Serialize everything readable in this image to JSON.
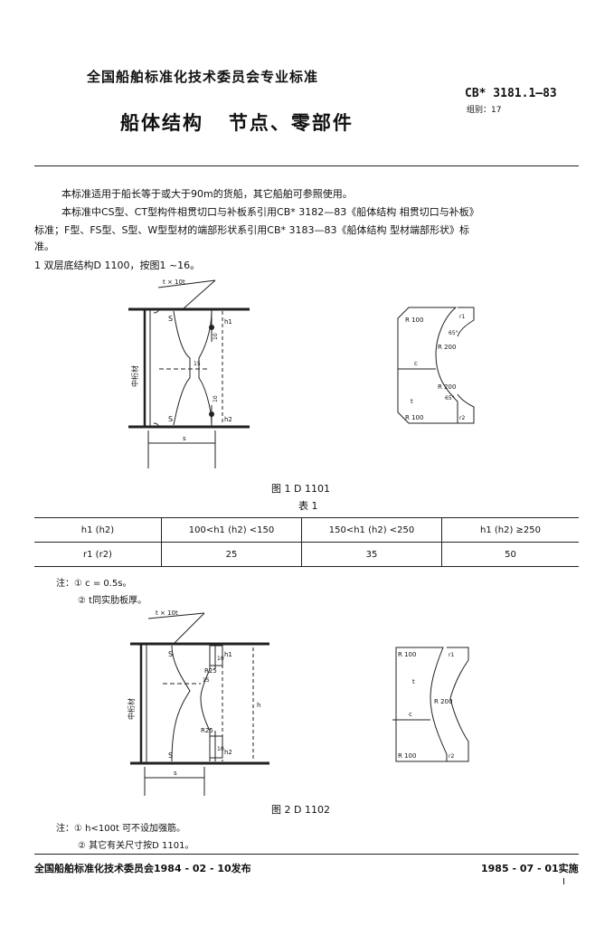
{
  "header": {
    "organization": "全国船舶标准化技术委员会专业标准",
    "title": "船体结构   节点、零部件",
    "standard_code": "CB* 3181.1—83",
    "group": "组别：17"
  },
  "intro": {
    "p1": "本标准适用于船长等于或大于90m的货船，其它船舶可参照使用。",
    "p2a": "本标准中CS型、CT型构件相贯切口与补板系引用CB* 3182—83《船体结构   相贯切口与补板》",
    "p2b": "标准；F型、FS型、S型、W型型材的端部形状系引用CB* 3183—83《船体结构   型材端部形状》标",
    "p2c": "准。"
  },
  "section1": "1   双层底结构D 1100，按图1 ~16。",
  "figure1": {
    "caption": "图 1   D 1101",
    "labels": {
      "t_note": "t × 10t",
      "s_top": "S",
      "s_bottom": "S",
      "h1": "h1",
      "h2": "h2",
      "dim10_top": "10",
      "dim10_bottom": "10",
      "dim15": "15",
      "girder": "中桁材",
      "s_dim": "s",
      "r100_top": "R 100",
      "r1": "r1",
      "ang_top": "65°",
      "r200_top": "R 200",
      "c": "c",
      "r200_bottom": "R 200",
      "ang_bottom": "65°",
      "t": "t",
      "r100_bottom": "R 100",
      "r2": "r2"
    }
  },
  "table1": {
    "title": "表 1",
    "headers": [
      "h1 (h2)",
      "100<h1 (h2) <150",
      "150<h1 (h2) <250",
      "h1 (h2) ≥250"
    ],
    "row": [
      "r1 (r2)",
      "25",
      "35",
      "50"
    ]
  },
  "notes1": {
    "n1": "注：①  c = 0.5s。",
    "n2": "②  t同实肋板厚。"
  },
  "figure2": {
    "caption": "图 2   D 1102",
    "labels": {
      "t_note": "t × 10t",
      "s_top": "S",
      "s_bottom": "S",
      "dim10_top": "10",
      "dim10_bottom": "10",
      "h1": "h1",
      "h2": "h2",
      "r25_top": "R25",
      "r25_bottom": "R25",
      "dim15": "15",
      "h": "h",
      "girder": "中桁材",
      "s_dim": "s",
      "r100_top": "R 100",
      "r1": "r1",
      "t": "t",
      "r200": "R 200",
      "c": "c",
      "r100_bottom": "R 100",
      "r2": "r2"
    }
  },
  "notes2": {
    "n1": "注：①  h<100t 可不设加强筋。",
    "n2": "②  其它有关尺寸按D 1101。"
  },
  "footer": {
    "issued": "全国船舶标准化技术委员会1984 - 02 - 10发布",
    "effective": "1985 - 07 - 01实施",
    "page": "I"
  }
}
